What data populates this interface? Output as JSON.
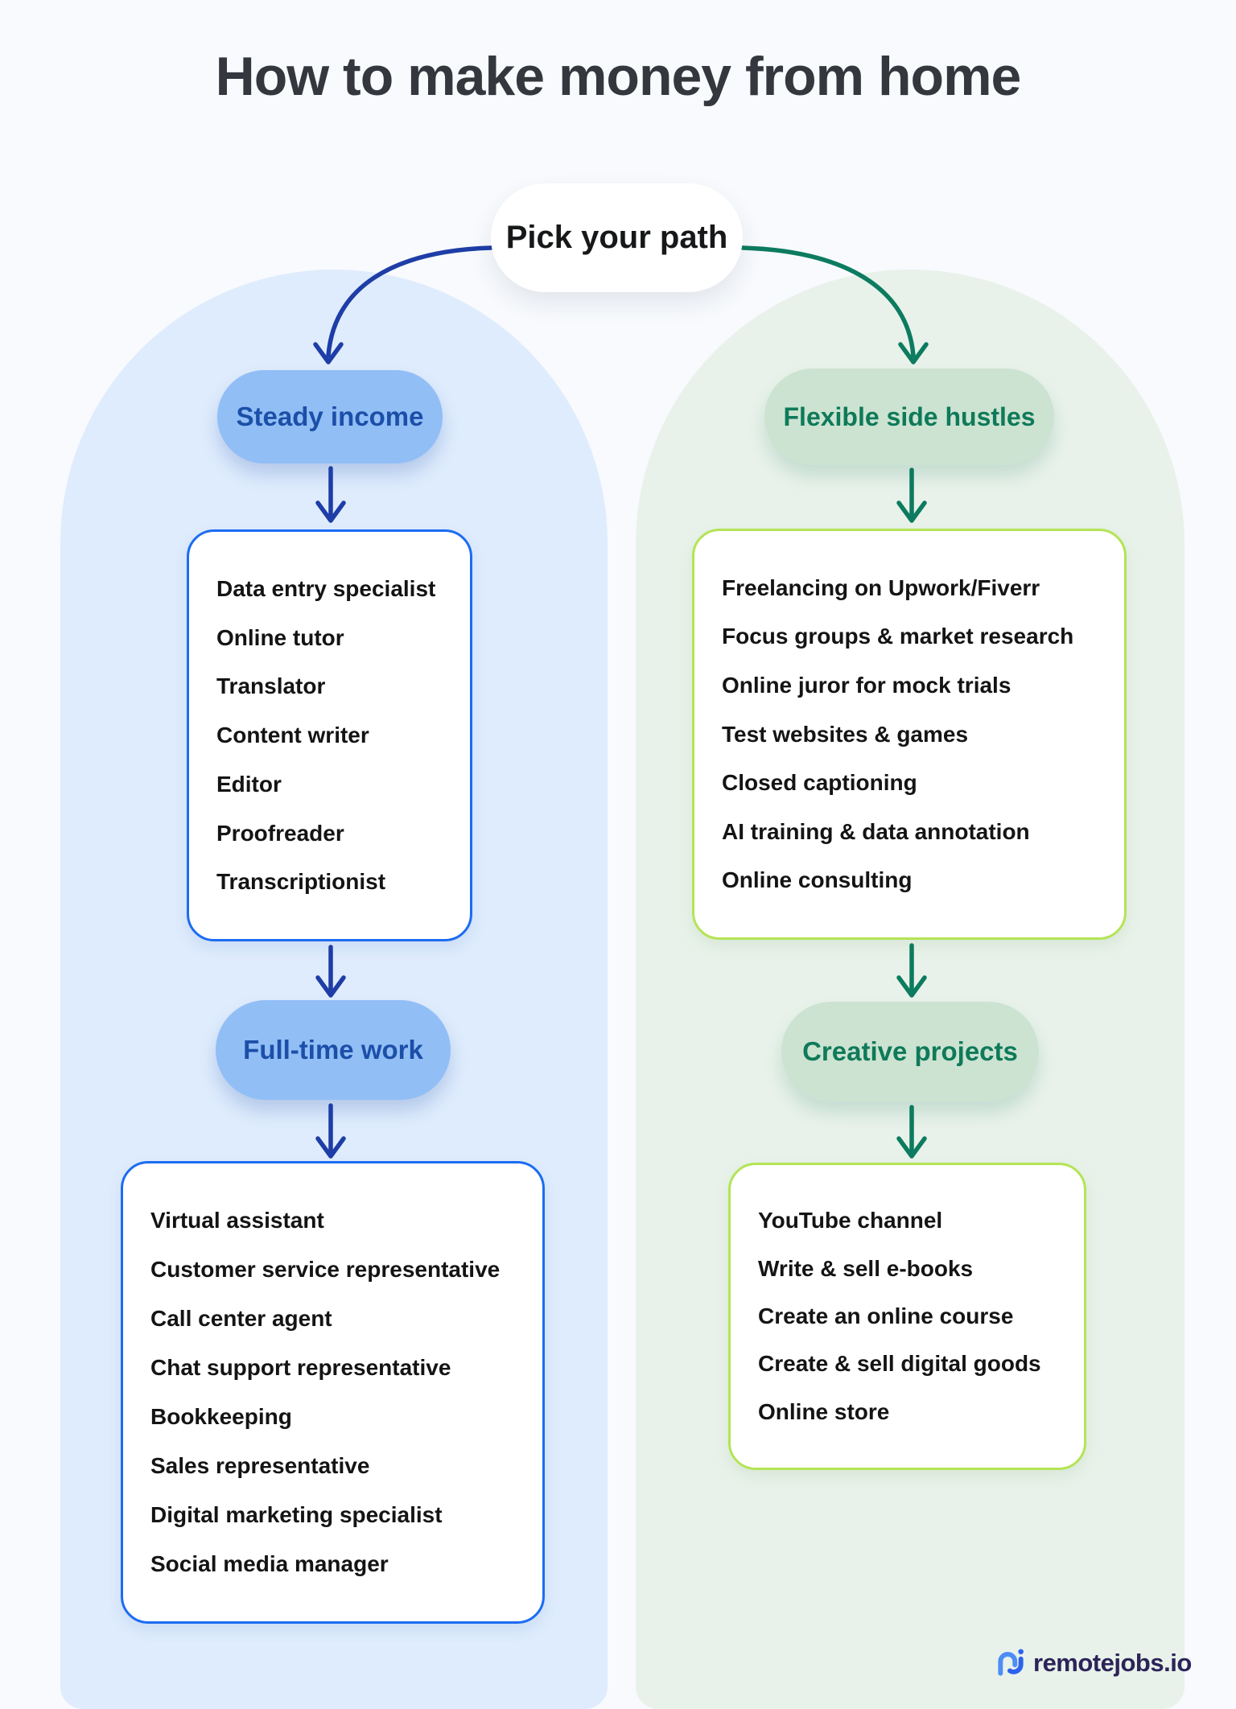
{
  "title": "How to make money from home",
  "root_label": "Pick your path",
  "branches": {
    "steady": {
      "category": "Steady income",
      "jobs": [
        "Data entry specialist",
        "Online tutor",
        "Translator",
        "Content writer",
        "Editor",
        "Proofreader",
        "Transcriptionist"
      ],
      "subcategory": "Full-time work",
      "subjobs": [
        "Virtual assistant",
        "Customer service representative",
        "Call center agent",
        "Chat support representative",
        "Bookkeeping",
        "Sales representative",
        "Digital marketing specialist",
        "Social media manager"
      ]
    },
    "flexible": {
      "category": "Flexible side hustles",
      "jobs": [
        "Freelancing on Upwork/Fiverr",
        "Focus groups & market research",
        "Online juror for mock trials",
        "Test websites & games",
        "Closed captioning",
        "AI training & data annotation",
        "Online consulting"
      ],
      "subcategory": "Creative projects",
      "subjobs": [
        "YouTube channel",
        "Write & sell e-books",
        "Create an online course",
        "Create & sell digital goods",
        "Online store"
      ]
    }
  },
  "footer": {
    "brand": "remotejobs.io"
  },
  "colors": {
    "page_bg": "#f8fafd",
    "left_arch_bg": "#dfecfd",
    "right_arch_bg": "#e8f2ea",
    "blue_box_border": "#1c6cf2",
    "blue_arrow": "#1e3da6",
    "blue_pill_bg": "#92bef6",
    "blue_pill_text": "#1b4fa8",
    "green_box_border": "#b4e455",
    "green_arrow": "#0c7b5f",
    "green_pill_bg": "#cde3d1",
    "green_pill_text": "#0e7a5a",
    "title_text": "#34383e",
    "brand_text": "#2c2358",
    "brand_mark_light": "#4e8df6",
    "brand_mark_dark": "#2c63ee"
  }
}
